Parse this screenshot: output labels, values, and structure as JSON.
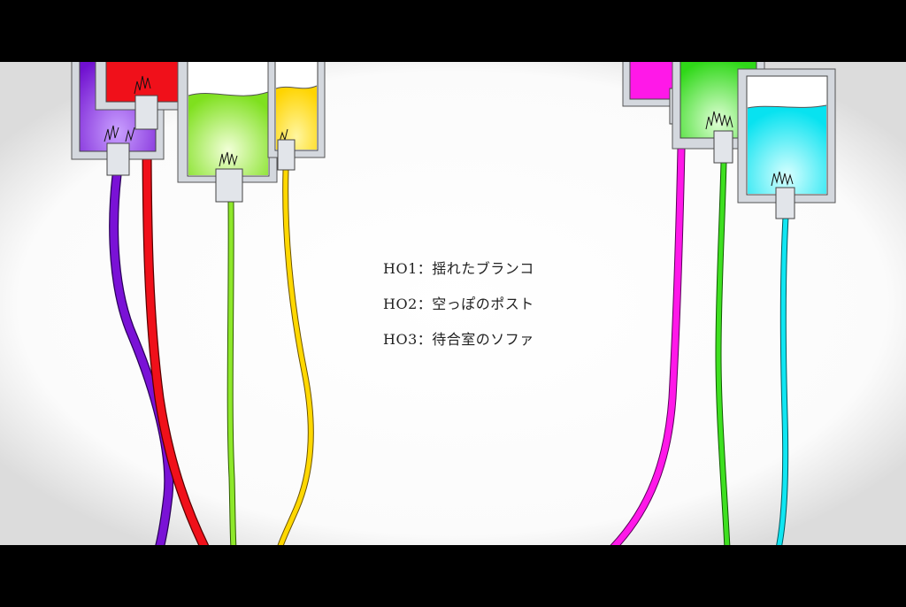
{
  "handouts": [
    {
      "label": "HO1：揺れたブランコ"
    },
    {
      "label": "HO2：空っぽのポスト"
    },
    {
      "label": "HO3：待合室のソファ"
    }
  ],
  "colors": {
    "letterbox": "#000000",
    "background": "#ffffff",
    "frame": "#c8ccd4",
    "bag_violet": "#7a12d6",
    "bag_red": "#f0101a",
    "bag_lime": "#8ee82a",
    "bag_yellow": "#ffd800",
    "bag_magenta": "#ff18e8",
    "bag_green": "#3ee020",
    "bag_cyan": "#10e6f2"
  },
  "icons": [
    "iv-bag-violet-icon",
    "iv-bag-red-icon",
    "iv-bag-lime-icon",
    "iv-bag-yellow-icon",
    "iv-bag-magenta-icon",
    "iv-bag-green-icon",
    "iv-bag-cyan-icon"
  ]
}
